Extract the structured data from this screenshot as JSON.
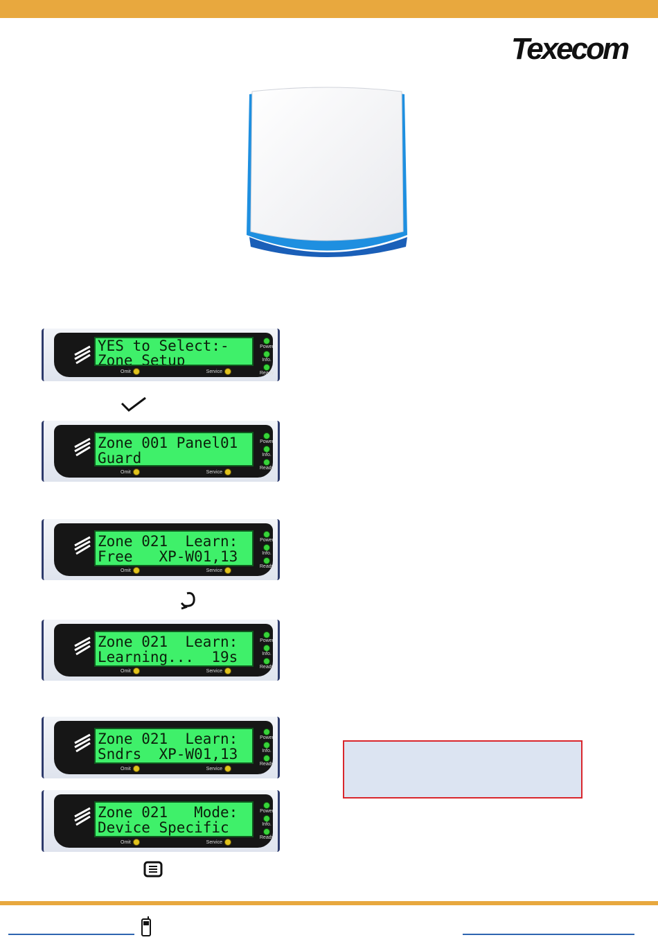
{
  "brand": {
    "logo_text": "Texecom",
    "accent_color": "#e8a83e"
  },
  "keypads": [
    {
      "line1": "YES to Select:-",
      "line2": "Zone Setup"
    },
    {
      "line1": "Zone 001 Panel01",
      "line2": "Guard"
    },
    {
      "line1": "Zone 021  Learn:",
      "line2": "Free   XP-W01,13"
    },
    {
      "line1": "Zone 021  Learn:",
      "line2": "Learning...  19s"
    },
    {
      "line1": "Zone 021  Learn:",
      "line2": "Sndrs  XP-W01,13"
    },
    {
      "line1": "Zone 021   Mode:",
      "line2": "Device Specific"
    }
  ],
  "keypad_labels": {
    "power": "Power",
    "info": "Info.",
    "ready": "Ready",
    "omit": "Omit",
    "service": "Service"
  },
  "icons": {
    "yes_key": "check-icon",
    "part_key": "undo-arrow-icon",
    "menu_key": "menu-icon",
    "footer": "mobile-phone-icon"
  }
}
